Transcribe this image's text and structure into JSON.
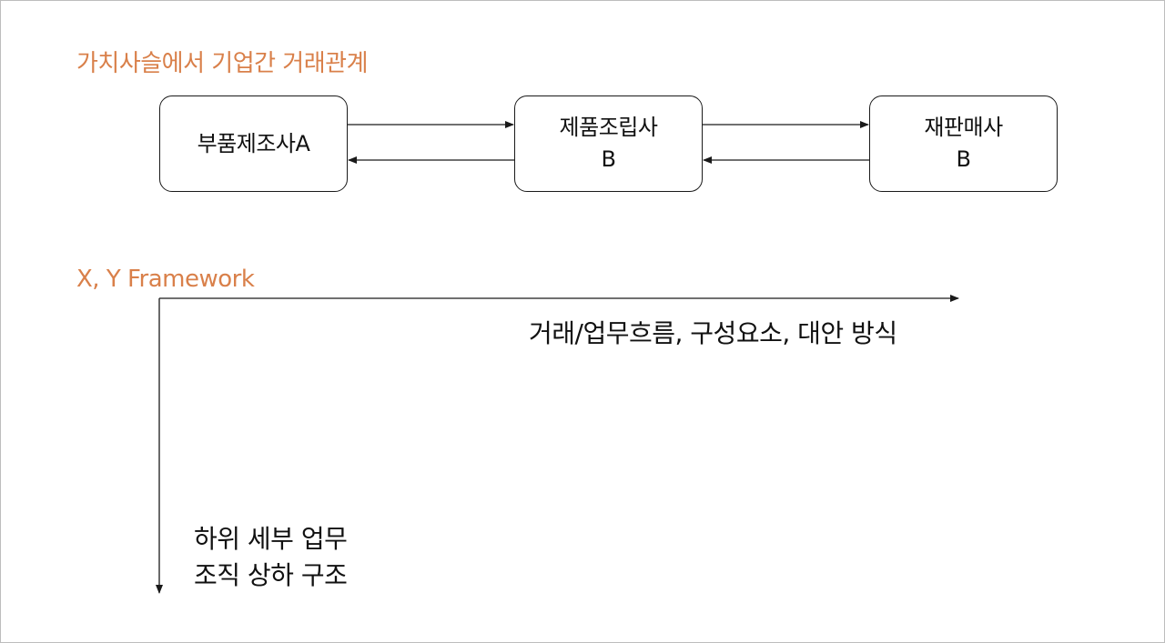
{
  "value_chain": {
    "heading": "가치사슬에서 기업간 거래관계",
    "nodes": [
      {
        "label": "부품제조사A"
      },
      {
        "label": "제품조립사\nB"
      },
      {
        "label": "재판매사\nB"
      }
    ]
  },
  "framework": {
    "heading": "X, Y Framework",
    "x_axis_label": "거래/업무흐름, 구성요소, 대안 방식",
    "y_axis_labels": [
      "하위 세부 업무",
      "조직 상하 구조"
    ]
  },
  "colors": {
    "heading": "#d9804a",
    "line": "#1a1a1a"
  }
}
